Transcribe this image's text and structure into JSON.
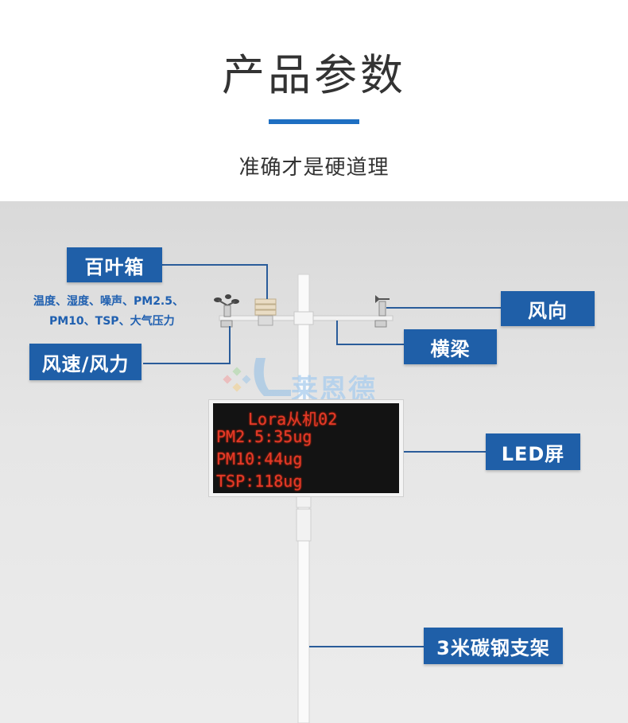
{
  "header": {
    "title": "产品参数",
    "subtitle": "准确才是硬道理"
  },
  "watermark": {
    "text": "莱恩德"
  },
  "labels": {
    "shutter_box": "百叶箱",
    "shutter_note_line1": "温度、湿度、噪声、PM2.5、",
    "shutter_note_line2": "PM10、TSP、大气压力",
    "wind_speed": "风速/风力",
    "wind_direction": "风向",
    "crossbeam": "横梁",
    "led_screen": "LED屏",
    "support": "3米碳钢支架"
  },
  "led_display": {
    "line1": "Lora从机02",
    "line2": "PM2.5:35ug",
    "line3": "PM10:44ug",
    "line4": "TSP:118ug"
  },
  "colors": {
    "accent": "#1e6fc2",
    "label_bg": "#1f5fa8",
    "led_text": "#e23a2a"
  }
}
